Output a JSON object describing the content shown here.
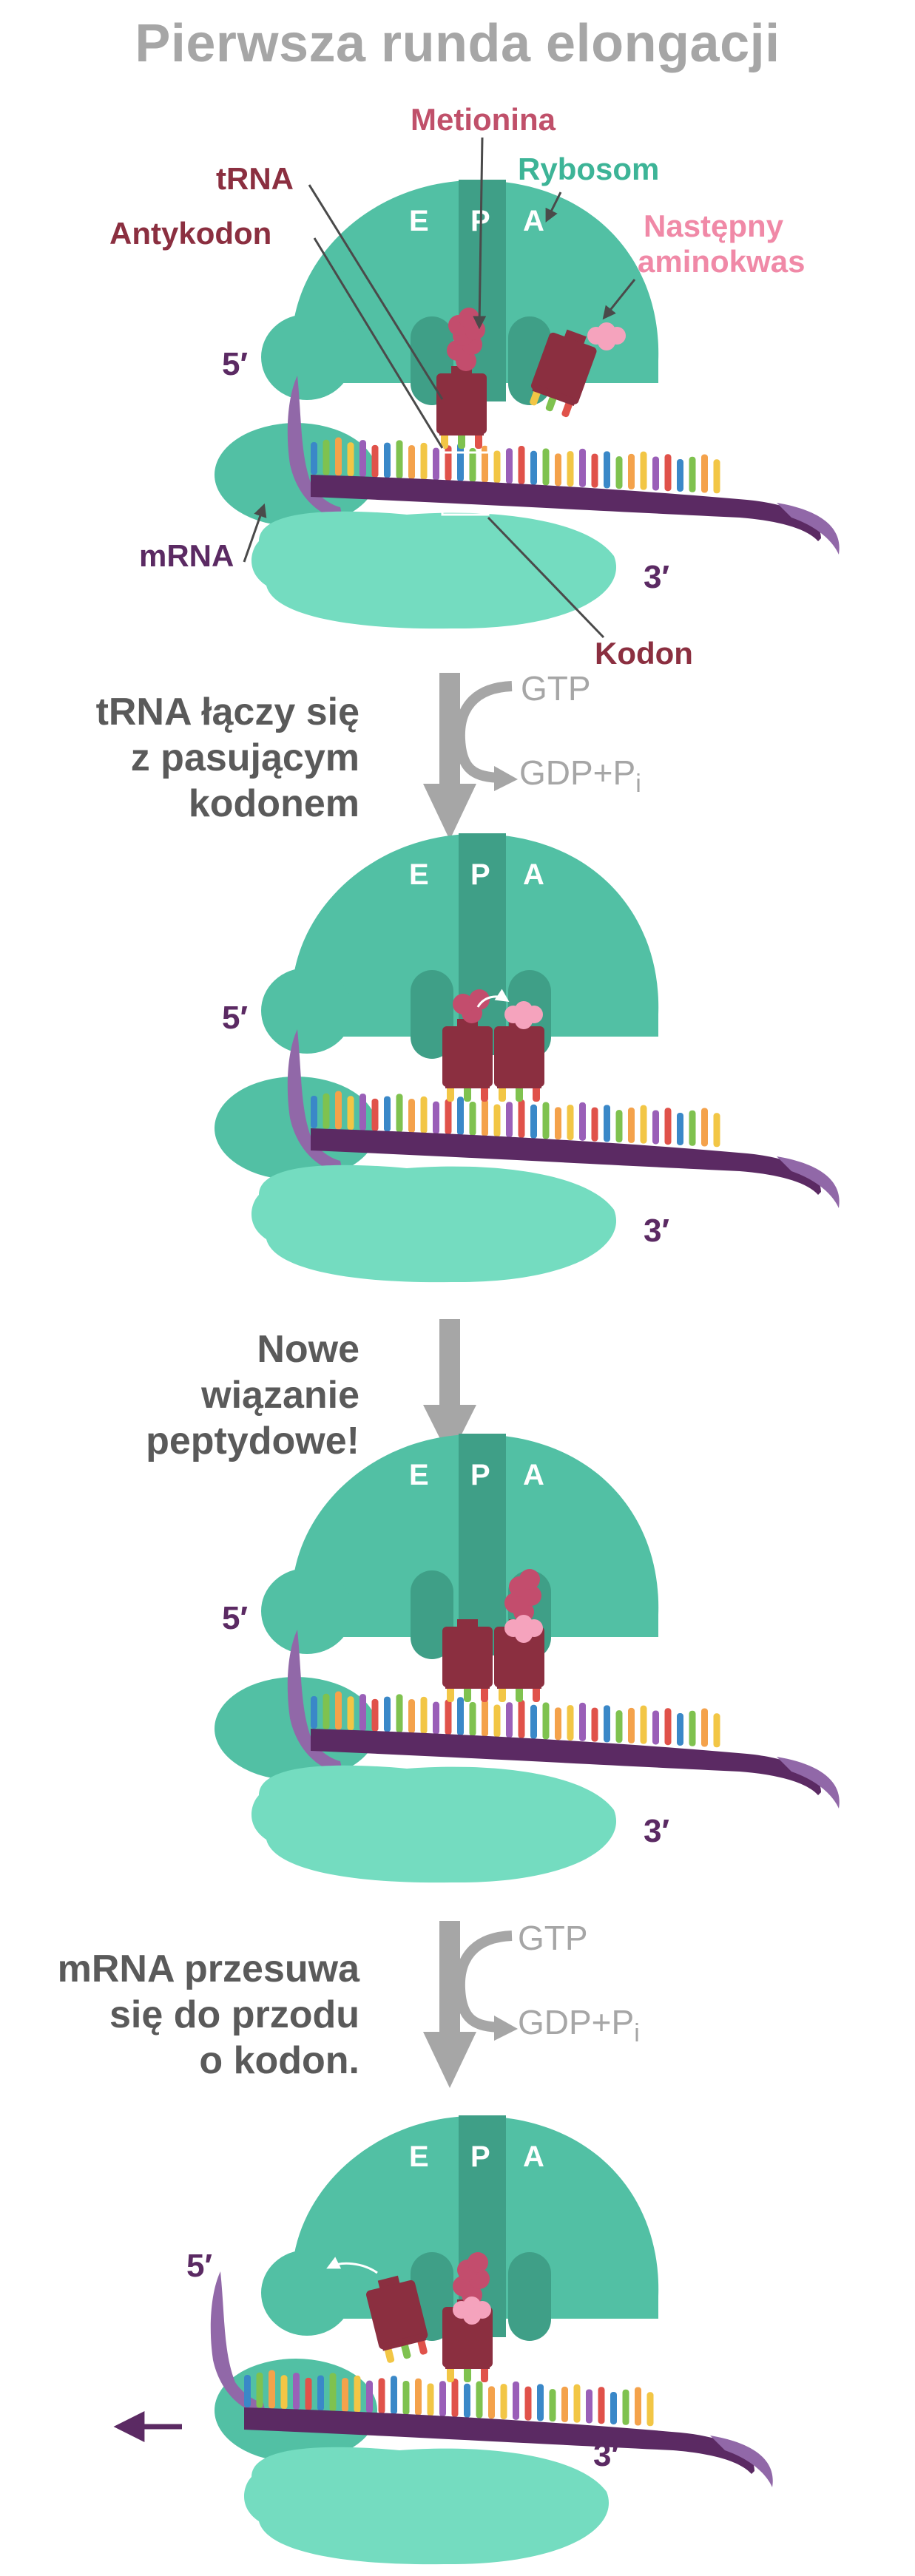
{
  "title": "Pierwsza runda elongacji",
  "labels": {
    "methionine": "Metionina",
    "ribosome": "Rybosom",
    "trna": "tRNA",
    "anticodon": "Antykodon",
    "next_aa_line1": "Następny",
    "next_aa_line2": "aminokwas",
    "mrna": "mRNA",
    "codon": "Kodon",
    "five_prime": "5′",
    "three_prime": "3′",
    "site_e": "E",
    "site_p": "P",
    "site_a": "A"
  },
  "steps": {
    "step1": [
      "tRNA łączy się",
      "z pasującym",
      "kodonem"
    ],
    "step2": [
      "Nowe",
      "wiązanie",
      "peptydowe!"
    ],
    "step3": [
      "mRNA przesuwa",
      "się do przodu",
      "o kodon."
    ]
  },
  "energy": {
    "gtp": "GTP",
    "gdp": "GDP+P",
    "pi_sub": "i"
  },
  "colors": {
    "ribosome_large": "#52c0a4",
    "ribosome_small": "#74dcc0",
    "site_channel": "#3f9f87",
    "trna": "#8b2f40",
    "amino_acid": "#c34d6d",
    "mrna_backbone": "#5b2a63",
    "mrna_tail": "#9168a8",
    "arrow_gray": "#a6a6a6",
    "methionine_label": "#c0506a",
    "ribosome_label": "#3db497",
    "next_aa_label": "#f089a7",
    "trna_label": "#8b2f40",
    "mrna_label": "#5b2a63"
  }
}
